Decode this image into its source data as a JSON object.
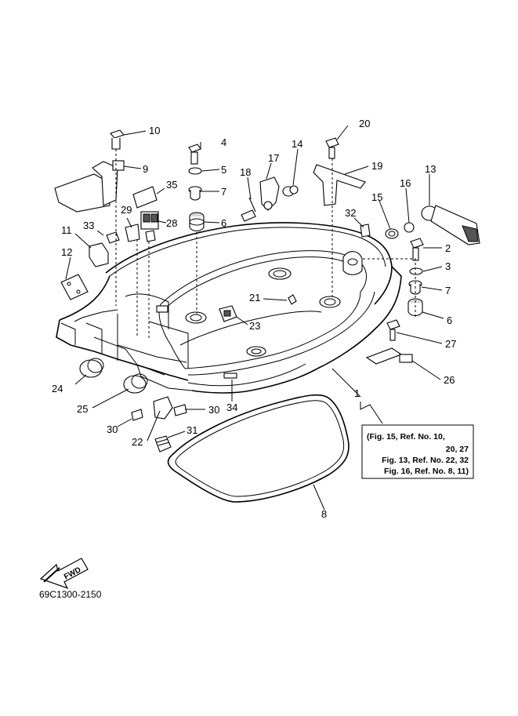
{
  "diagram": {
    "code": "69C1300-2150",
    "fwd_label": "FWD",
    "labels": {
      "p1": "1",
      "p2": "2",
      "p3": "3",
      "p4": "4",
      "p5": "5",
      "p6a": "6",
      "p6b": "6",
      "p7a": "7",
      "p7b": "7",
      "p8": "8",
      "p9": "9",
      "p10": "10",
      "p11": "11",
      "p12": "12",
      "p13": "13",
      "p14": "14",
      "p15": "15",
      "p16": "16",
      "p17": "17",
      "p18": "18",
      "p19": "19",
      "p20": "20",
      "p21": "21",
      "p22": "22",
      "p23": "23",
      "p24": "24",
      "p25": "25",
      "p26": "26",
      "p27": "27",
      "p28": "28",
      "p29": "29",
      "p30a": "30",
      "p30b": "30",
      "p31": "31",
      "p32": "32",
      "p33": "33",
      "p34": "34",
      "p35": "35"
    },
    "reference_box": {
      "line1": "(Fig. 15, Ref. No. 10,",
      "line2": "20, 27",
      "line3": "Fig. 13, Ref. No. 22, 32",
      "line4": "Fig. 16, Ref. No. 8, 11)"
    }
  }
}
